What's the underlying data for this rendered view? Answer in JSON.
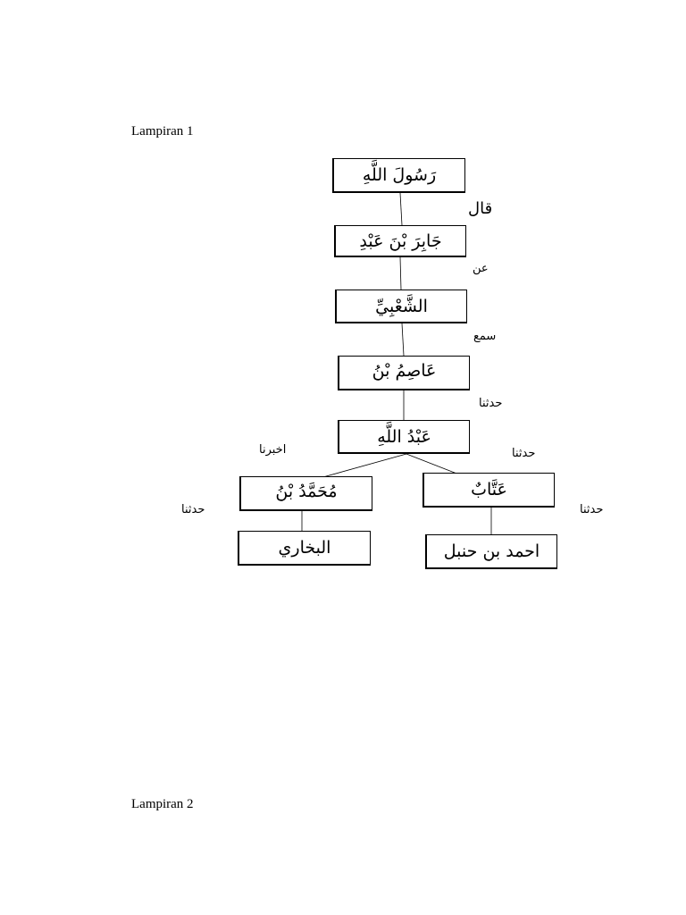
{
  "headings": {
    "lampiran_1": "Lampiran 1",
    "lampiran_2": "Lampiran 2"
  },
  "nodes": {
    "rasul": "رَسُولَ اللَّهِ",
    "jabir": "جَابِرَ بْنَ عَبْدِ",
    "syabi": "الشَّعْبِيِّ",
    "ashim": "عَاصِمُ بْنُ",
    "abdullah": "عَبْدُ اللَّهِ",
    "attab": "عَتَّابٌ",
    "muhammad": "مُحَمَّدُ بْنُ",
    "bukhari": "البخاري",
    "ahmad": "احمد بن حنبل"
  },
  "edge_labels": {
    "qala": "قال",
    "an": "عن",
    "samia": "سمع",
    "haddatsana_1": "حدثنا",
    "akhbarana": "اخبرنا",
    "haddatsana_2": "حدثنا",
    "haddatsana_3": "حدثنا",
    "haddatsana_4": "حدثنا"
  },
  "colors": {
    "line": "#000000",
    "box_border": "#000000",
    "background": "#ffffff"
  }
}
